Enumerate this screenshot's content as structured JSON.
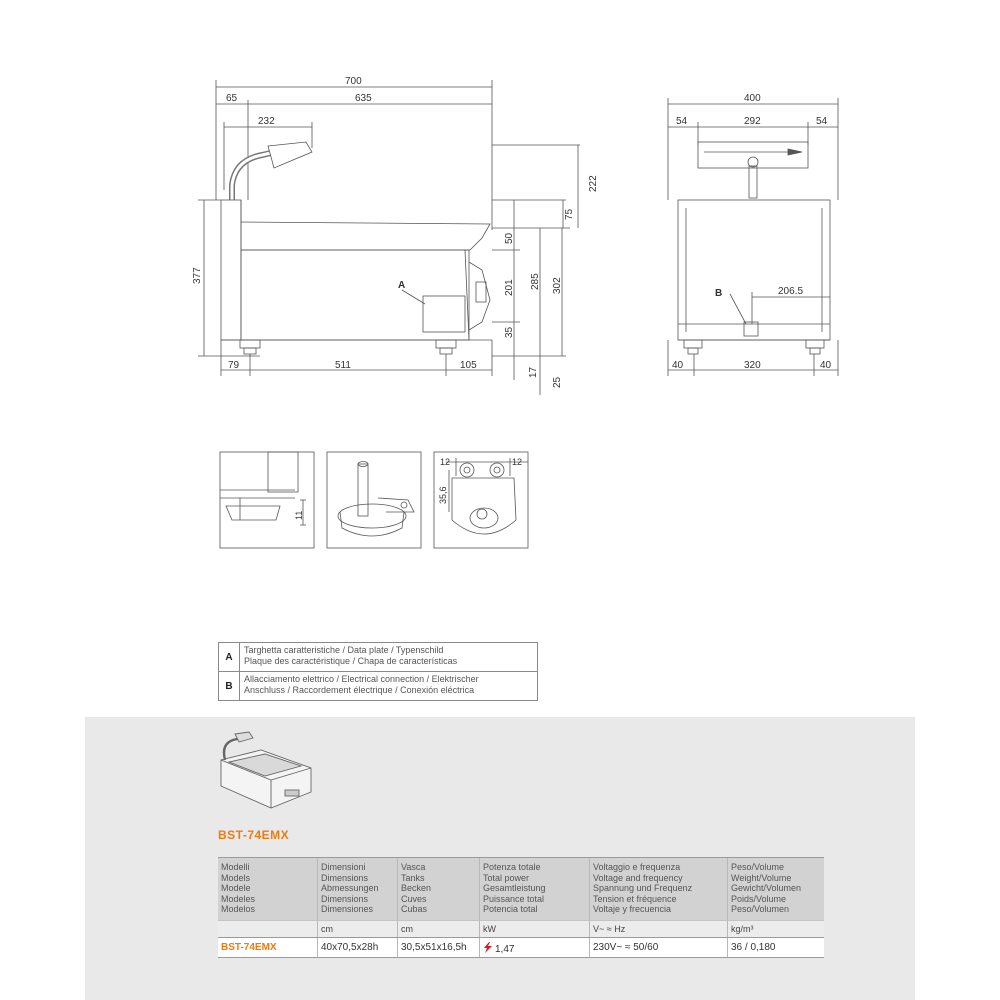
{
  "drawing": {
    "side_view": {
      "dims": {
        "total_width": "700",
        "offset_left": "65",
        "main_width": "635",
        "lamp_width": "232",
        "lamp_height": "222",
        "total_height": "377",
        "top_thickness": "75",
        "plate_thickness": "50",
        "body_height_a": "201",
        "body_height_b": "285",
        "body_height_c": "302",
        "base_height": "35",
        "foot_height_a": "17",
        "foot_height_b": "25",
        "foot_left": "79",
        "foot_span": "511",
        "foot_right": "105"
      },
      "label_a": "A"
    },
    "front_view": {
      "dims": {
        "total_width": "400",
        "side_left": "54",
        "lamp_width": "292",
        "side_right": "54",
        "conn_offset": "206.5",
        "foot_left": "40",
        "foot_span": "320",
        "foot_right": "40"
      },
      "label_b": "B"
    },
    "details": {
      "foot_height": "11",
      "hole_left": "12",
      "hole_right": "12",
      "hole_height": "35,6"
    }
  },
  "legend": [
    {
      "key": "A",
      "line1": "Targhetta caratteristiche / Data plate / Typenschild",
      "line2": "Plaque des caractéristique / Chapa de características"
    },
    {
      "key": "B",
      "line1": "Allacciamento elettrico / Electrical connection / Elektrischer",
      "line2": "Anschluss / Raccordement électrique / Conexión eléctrica"
    }
  ],
  "product": {
    "model_name": "BST-74EMX"
  },
  "spec_table": {
    "headers": [
      [
        "Modelli",
        "Models",
        "Modele",
        "Modeles",
        "Modelos"
      ],
      [
        "Dimensioni",
        "Dimensions",
        "Abmessungen",
        "Dimensions",
        "Dimensiones"
      ],
      [
        "Vasca",
        "Tanks",
        "Becken",
        "Cuves",
        "Cubas"
      ],
      [
        "Potenza totale",
        "Total power",
        "Gesamtleistung",
        "Puissance total",
        "Potencia total"
      ],
      [
        "Voltaggio e frequenza",
        "Voltage and frequency",
        "Spannung und Frequenz",
        "Tension et fréquence",
        "Voltaje y frecuencia"
      ],
      [
        "Peso/Volume",
        "Weight/Volume",
        "Gewicht/Volumen",
        "Poids/Volume",
        "Peso/Volumen"
      ]
    ],
    "units": [
      "",
      "cm",
      "cm",
      "kW",
      "V~ ≈ Hz",
      "kg/m³"
    ],
    "row": {
      "model": "BST-74EMX",
      "dimensions": "40x70,5x28h",
      "tank": "30,5x51x16,5h",
      "power": "1,47",
      "voltage": "230V~ ≈ 50/60",
      "weight": "36 / 0,180"
    }
  },
  "colors": {
    "accent": "#ee7b0e",
    "band": "#e9e9e9",
    "header": "#d2d2d2",
    "line": "#555555"
  }
}
